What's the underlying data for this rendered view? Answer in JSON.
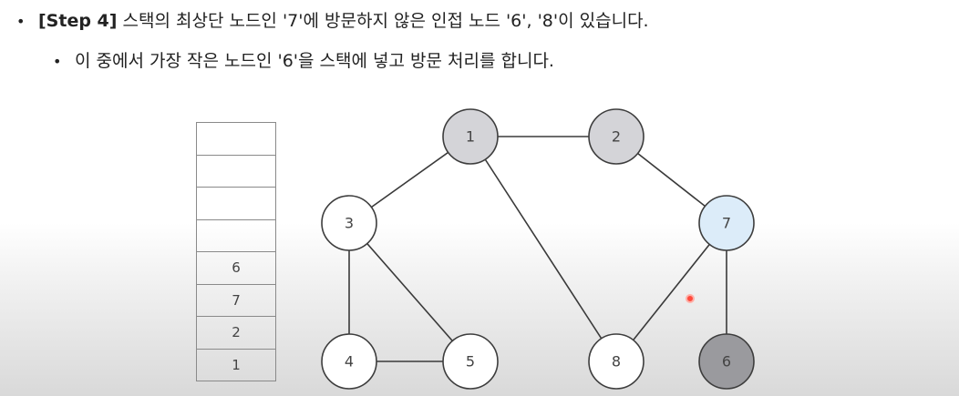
{
  "text": {
    "line1_step": "[Step 4]",
    "line1_rest": " 스택의 최상단 노드인 '7'에 방문하지 않은 인접 노드 '6', '8'이 있습니다.",
    "line2": "이 중에서 가장 작은 노드인 '6'을 스택에 넣고 방문 처리를 합니다.",
    "bullet": "•"
  },
  "stack": {
    "cells": [
      "",
      "",
      "",
      "",
      "6",
      "7",
      "2",
      "1"
    ]
  },
  "colors": {
    "unvisited": "#ffffff",
    "visited": "#d4d4d8",
    "current": "#dcecf9",
    "just_visited": "#9a9a9e"
  },
  "graph": {
    "nodes": [
      {
        "id": "1",
        "label": "1",
        "state": "visited"
      },
      {
        "id": "2",
        "label": "2",
        "state": "visited"
      },
      {
        "id": "3",
        "label": "3",
        "state": "unvisited"
      },
      {
        "id": "4",
        "label": "4",
        "state": "unvisited"
      },
      {
        "id": "5",
        "label": "5",
        "state": "unvisited"
      },
      {
        "id": "6",
        "label": "6",
        "state": "just_visited"
      },
      {
        "id": "7",
        "label": "7",
        "state": "current"
      },
      {
        "id": "8",
        "label": "8",
        "state": "unvisited"
      }
    ],
    "edges": [
      [
        "1",
        "2"
      ],
      [
        "1",
        "3"
      ],
      [
        "1",
        "8"
      ],
      [
        "2",
        "7"
      ],
      [
        "3",
        "4"
      ],
      [
        "3",
        "5"
      ],
      [
        "4",
        "5"
      ],
      [
        "7",
        "6"
      ],
      [
        "7",
        "8"
      ]
    ]
  }
}
